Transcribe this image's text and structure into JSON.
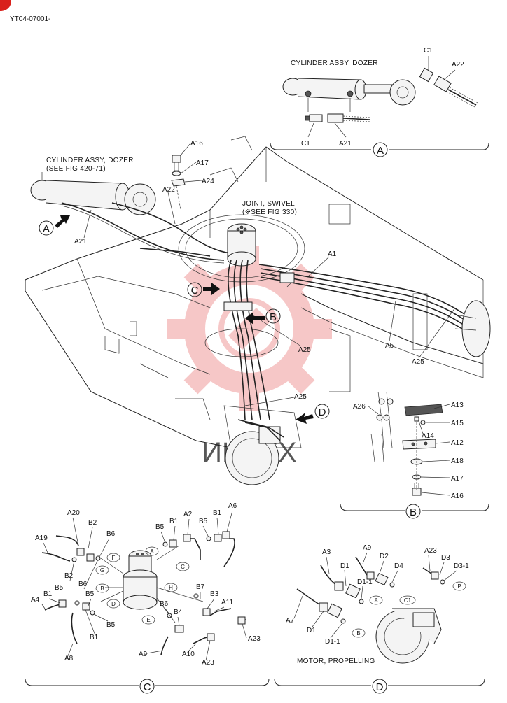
{
  "doc_code": "YT04-07001-",
  "watermark_text": "ИНТЕХ",
  "detail_a": {
    "title": "CYLINDER ASSY, DOZER",
    "circle": "A",
    "labels": [
      "C1",
      "A22",
      "C1",
      "A21"
    ]
  },
  "main": {
    "cyl_title_1": "CYLINDER ASSY, DOZER",
    "cyl_title_2": "(SEE FIG 420-71)",
    "joint_title_1": "JOINT, SWIVEL",
    "joint_title_2": "(※SEE FIG 330)",
    "labels": [
      "A16",
      "A17",
      "A24",
      "A22",
      "A21",
      "A1",
      "A5",
      "A25",
      "A25",
      "A25"
    ],
    "arrows": [
      "A",
      "B",
      "C",
      "D"
    ]
  },
  "detail_b": {
    "circle": "B",
    "labels": [
      "A26",
      "A13",
      "A15",
      "A14",
      "A12",
      "A18",
      "A17",
      "A16"
    ]
  },
  "detail_c": {
    "circle": "C",
    "labels": [
      "A20",
      "B2",
      "B6",
      "A19",
      "B2",
      "B6",
      "B5",
      "B1",
      "B5",
      "A2",
      "B5",
      "B1",
      "A6",
      "B5",
      "B1",
      "A4",
      "B5",
      "B1",
      "A8",
      "B7",
      "B3",
      "B6",
      "B4",
      "A11",
      "A9",
      "A10",
      "A23",
      "A23"
    ],
    "ovals": [
      "A",
      "F",
      "G",
      "C",
      "B",
      "H",
      "D",
      "E"
    ]
  },
  "detail_d": {
    "circle": "D",
    "motor_title": "MOTOR, PROPELLING",
    "labels": [
      "A3",
      "A9",
      "D1",
      "D2",
      "D4",
      "D1-1",
      "A23",
      "D3",
      "D3-1",
      "A7",
      "D1",
      "D1-1"
    ],
    "ovals": [
      "A",
      "C1",
      "B",
      "P"
    ]
  },
  "colors": {
    "watermark": "#e23b3b",
    "line": "#222222",
    "badge": "#d9211c"
  }
}
